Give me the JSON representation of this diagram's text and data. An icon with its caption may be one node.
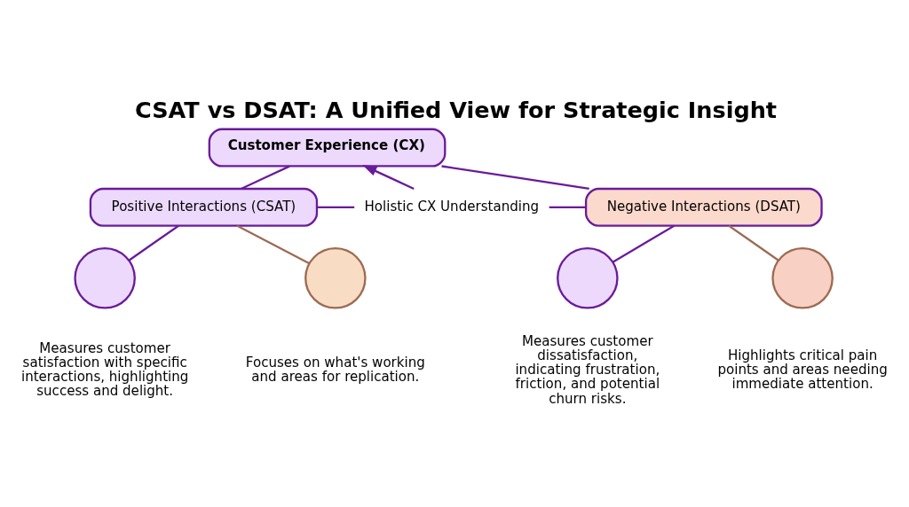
{
  "diagram": {
    "title": "CSAT vs DSAT: A Unified View for Strategic Insight",
    "nodes": [
      {
        "text": [
          "Customer Experience (CX)"
        ]
      },
      {
        "text": [
          "Positive Interactions (CSAT)"
        ]
      },
      {
        "text": [
          "Holistic CX Understanding"
        ]
      },
      {
        "text": [
          "Negative Interactions (DSAT)"
        ]
      },
      {
        "text": [],
        "shape": "circle",
        "beside": [
          "Measures customer satisfaction with specific interactions, highlighting success and delight."
        ]
      },
      {
        "text": [],
        "shape": "circle",
        "beside": [
          "Focuses on what's working and areas for replication."
        ]
      },
      {
        "text": [],
        "shape": "circle",
        "beside": [
          "Measures customer dissatisfaction, indicating frustration, friction, and potential churn risks."
        ]
      },
      {
        "text": [],
        "shape": "circle",
        "beside": [
          "Highlights critical pain points and areas needing immediate attention."
        ]
      }
    ],
    "edges": [
      {
        "from": 0,
        "to": 1,
        "arrow": "none"
      },
      {
        "from": 0,
        "to": 3,
        "arrow": "none"
      },
      {
        "from": 2,
        "to": 0,
        "arrow": "to"
      },
      {
        "from": 1,
        "to": 2,
        "arrow": "none"
      },
      {
        "from": 2,
        "to": 3,
        "arrow": "none"
      },
      {
        "from": 1,
        "to": 4,
        "arrow": "none"
      },
      {
        "from": 1,
        "to": 5,
        "arrow": "none",
        "color": "#9c6b52"
      },
      {
        "from": 3,
        "to": 6,
        "arrow": "none"
      },
      {
        "from": 3,
        "to": 7,
        "arrow": "none",
        "color": "#9c6b52"
      }
    ]
  }
}
